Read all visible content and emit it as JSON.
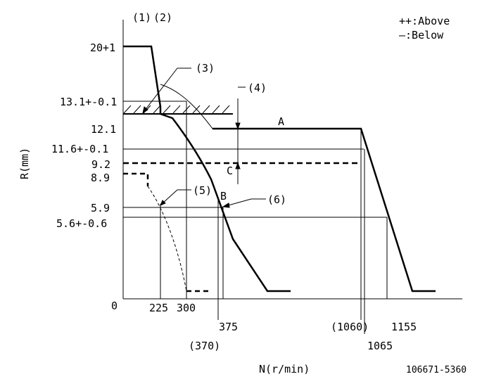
{
  "legend": {
    "above": "++:Above",
    "below": "—:Below"
  },
  "axes": {
    "x_label": "N(r/min)",
    "y_label": "R(mm)",
    "origin": "0"
  },
  "y_ticks": [
    "20+1",
    "13.1+-0.1",
    "12.1",
    "11.6+-0.1",
    "9.2",
    "8.9",
    "5.9",
    "5.6+-0.6"
  ],
  "x_ticks": [
    "225",
    "300",
    "(370)",
    "375",
    "(1060)",
    "1065",
    "1155"
  ],
  "callouts": {
    "c1": "(1)",
    "c2": "(2)",
    "c3": "(3)",
    "c4": "(4)",
    "c5": "(5)",
    "c6": "(6)"
  },
  "points": {
    "A": "A",
    "B": "B",
    "C": "C"
  },
  "doc_id": "106671-5360"
}
